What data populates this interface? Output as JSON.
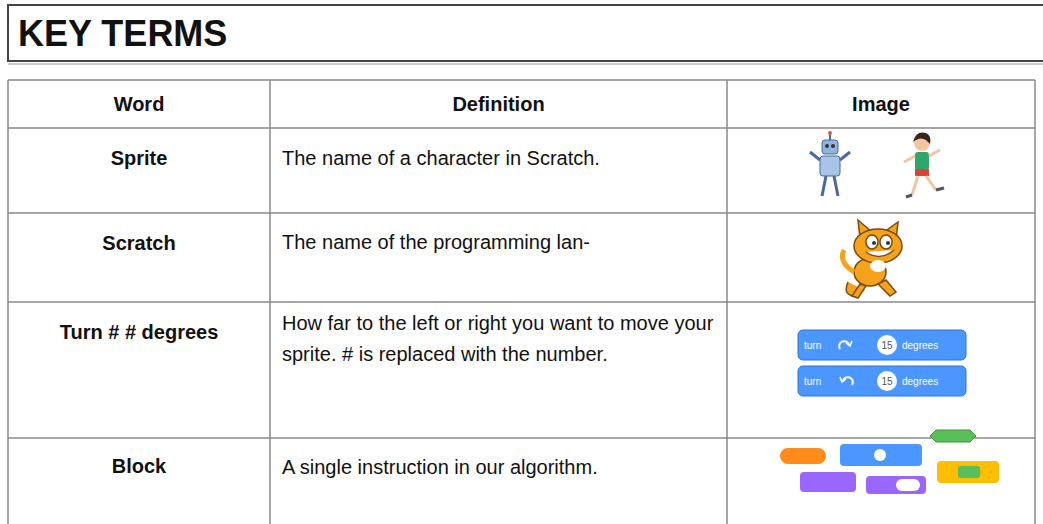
{
  "diagram": {
    "title": "KEY TERMS",
    "labels": [
      "Word",
      "Definition",
      "Image",
      "Sprite",
      "The name of a character in Scratch.",
      "Scratch",
      "The name of the programming lan-",
      "Turn # # degrees",
      "How far to the left or right you want to move your sprite. # is replaced with the number.",
      "turn",
      "15",
      "degrees",
      "turn",
      "15",
      "degrees",
      "Block",
      "A single instruction in our algorithm."
    ]
  }
}
